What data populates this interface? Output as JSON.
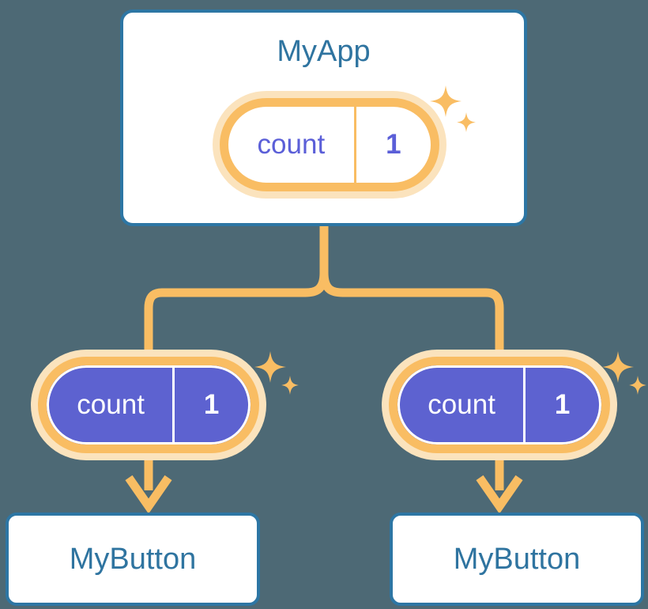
{
  "diagram": {
    "title_node": {
      "label": "MyApp",
      "state": {
        "key": "count",
        "value": "1"
      }
    },
    "children": [
      {
        "state": {
          "key": "count",
          "value": "1"
        },
        "leaf_label": "MyButton"
      },
      {
        "state": {
          "key": "count",
          "value": "1"
        },
        "leaf_label": "MyButton"
      }
    ],
    "icons": {
      "sparkle_large": "sparkle-icon",
      "sparkle_small": "sparkle-small-icon",
      "arrow_down": "arrow-down-icon",
      "branch_connector": "branch-connector-icon"
    },
    "colors": {
      "background": "#4d6975",
      "card_border": "#2d76a4",
      "card_fill": "#ffffff",
      "node_text": "#2f74a0",
      "pill_ring": "#f9bd63",
      "pill_glow": "#fbe3bd",
      "pill_solid_fill": "#5d62d0",
      "pill_light_text": "#5b5fd8",
      "pill_solid_text": "#ffffff",
      "connector": "#f9bd63"
    }
  }
}
